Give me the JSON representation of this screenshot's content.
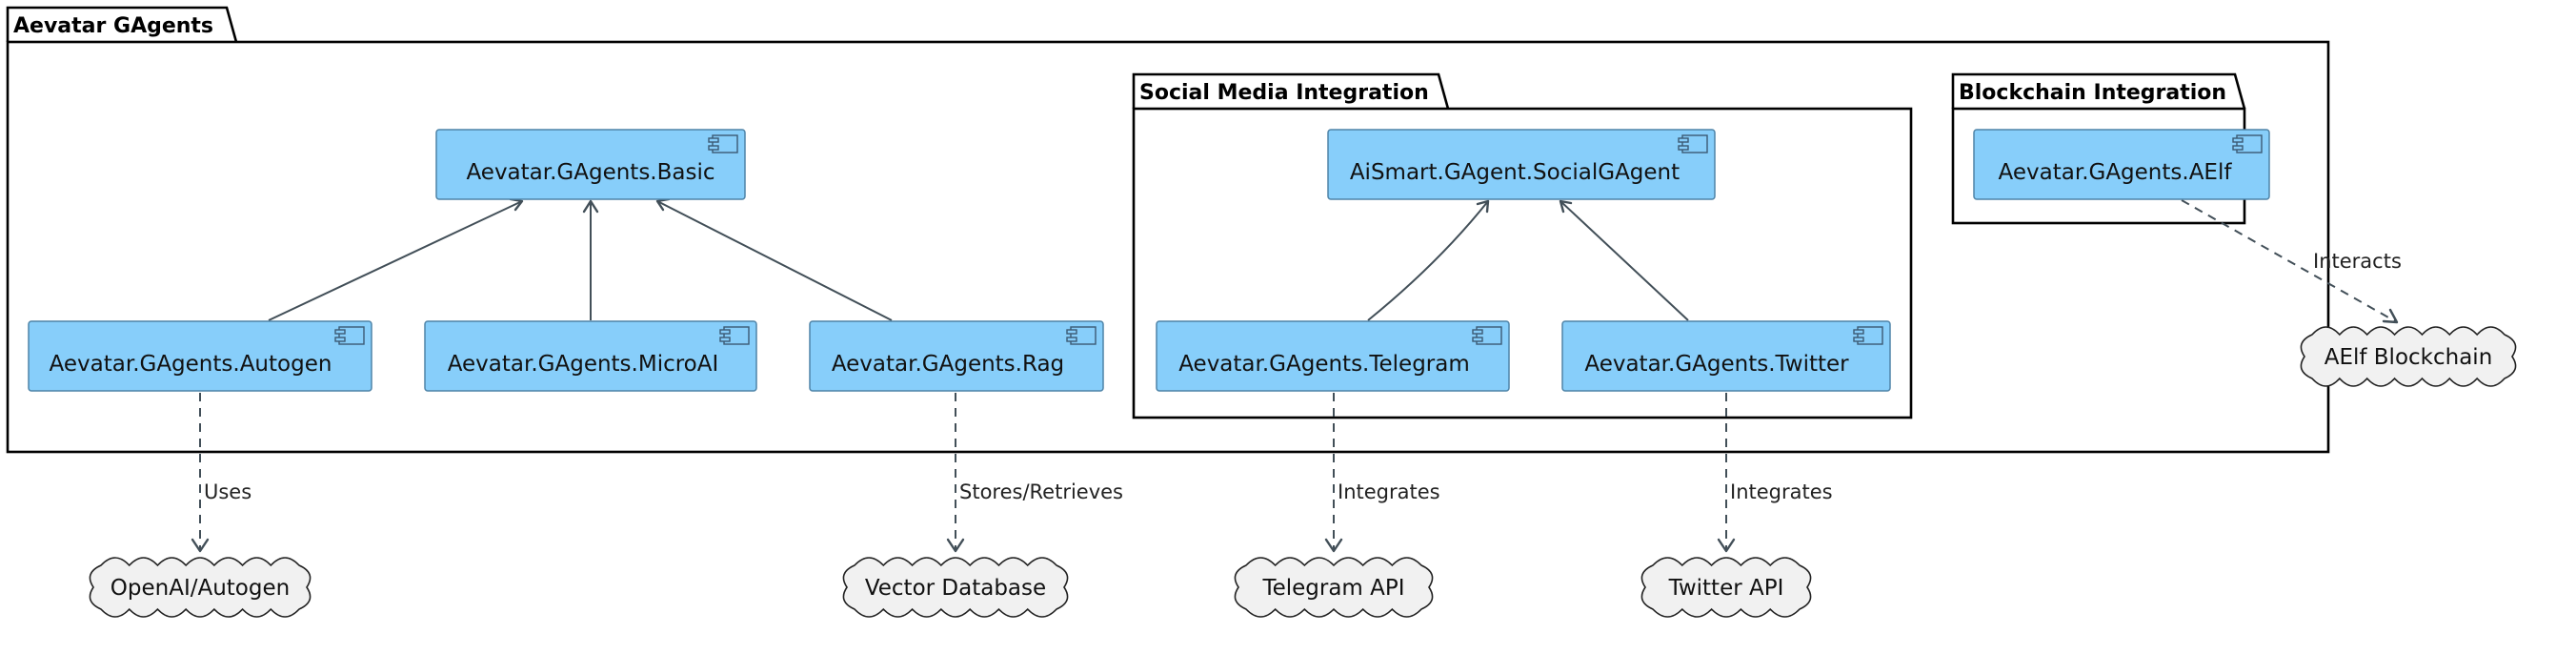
{
  "packages": {
    "main": "Aevatar GAgents",
    "social": "Social Media Integration",
    "blockchain": "Blockchain Integration"
  },
  "components": {
    "basic": "Aevatar.GAgents.Basic",
    "autogen": "Aevatar.GAgents.Autogen",
    "microai": "Aevatar.GAgents.MicroAI",
    "rag": "Aevatar.GAgents.Rag",
    "social_gagent": "AiSmart.GAgent.SocialGAgent",
    "telegram": "Aevatar.GAgents.Telegram",
    "twitter": "Aevatar.GAgents.Twitter",
    "aelf": "Aevatar.GAgents.AElf"
  },
  "externals": {
    "openai": "OpenAI/Autogen",
    "vector_db": "Vector Database",
    "telegram_api": "Telegram API",
    "twitter_api": "Twitter API",
    "aelf_chain": "AElf Blockchain"
  },
  "edge_labels": {
    "uses": "Uses",
    "stores": "Stores/Retrieves",
    "integrates_telegram": "Integrates",
    "integrates_twitter": "Integrates",
    "interacts": "Interacts"
  }
}
